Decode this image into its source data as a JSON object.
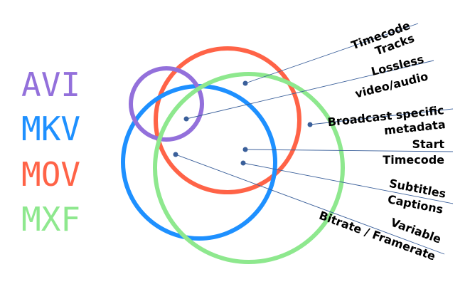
{
  "formats": [
    {
      "label": "AVI",
      "color": "#9370DB"
    },
    {
      "label": "MKV",
      "color": "#1E90FF"
    },
    {
      "label": "MOV",
      "color": "#FF6347"
    },
    {
      "label": "MXF",
      "color": "#8EE88E"
    }
  ],
  "features": [
    {
      "line1": "Timecode",
      "line2": "Tracks"
    },
    {
      "line1": "Lossless",
      "line2": "video/audio"
    },
    {
      "line1": "Broadcast specific",
      "line2": "metadata"
    },
    {
      "line1": "Start",
      "line2": "Timecode"
    },
    {
      "line1": "Subtitles",
      "line2": "Captions"
    },
    {
      "line1": "Variable",
      "line2": "Bitrate / Framerate"
    }
  ],
  "pointer_color": "#3A5F9A"
}
